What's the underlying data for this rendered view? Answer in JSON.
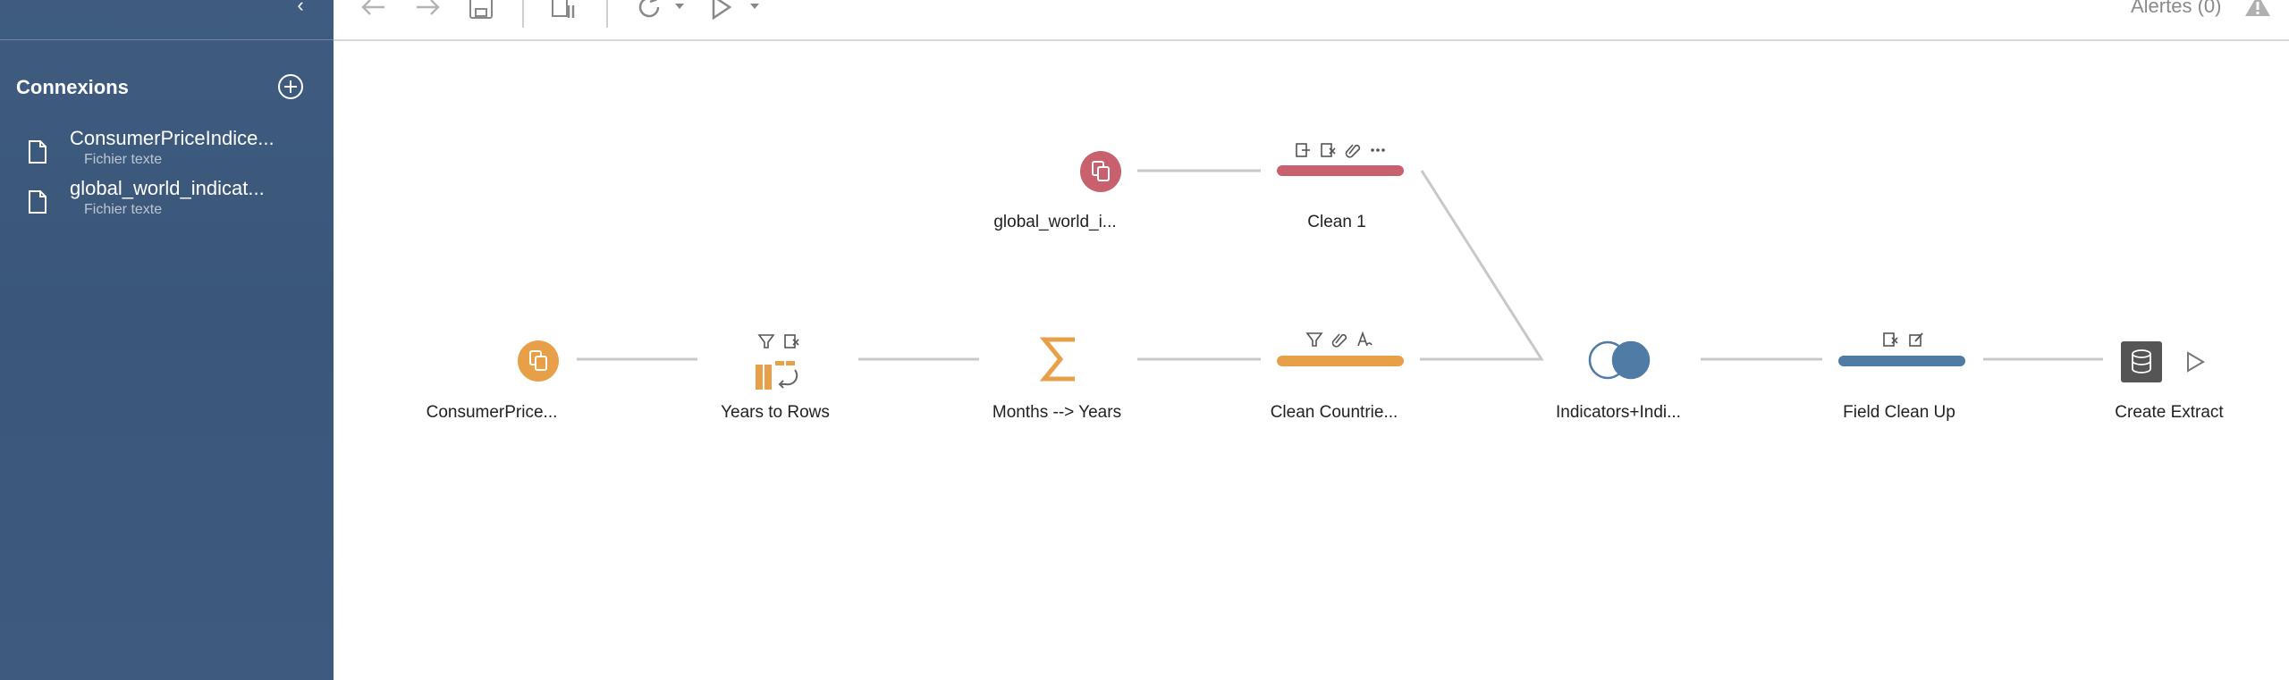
{
  "sidebar": {
    "collapse_glyph": "‹",
    "connections_title": "Connexions",
    "connections": [
      {
        "name": "ConsumerPriceIndice...",
        "type": "Fichier texte"
      },
      {
        "name": "global_world_indicat...",
        "type": "Fichier texte"
      }
    ]
  },
  "toolbar": {
    "alerts_label": "Alertes (0)"
  },
  "flow": {
    "nodes": [
      {
        "label": "global_world_i..."
      },
      {
        "label": "Clean 1"
      },
      {
        "label": "ConsumerPrice..."
      },
      {
        "label": "Years to Rows"
      },
      {
        "label": "Months --> Years"
      },
      {
        "label": "Clean Countrie..."
      },
      {
        "label": "Indicators+Indi..."
      },
      {
        "label": "Field Clean Up"
      },
      {
        "label": "Create Extract"
      }
    ]
  },
  "colors": {
    "sidebar_bg": "#3f5c80",
    "input_red": "#c9606e",
    "input_orange": "#e8a048",
    "clean_red": "#c9606e",
    "clean_orange": "#e8a048",
    "clean_blue": "#4f7ba5",
    "connector": "#c8c8c8",
    "join_blue": "#4f7ba5",
    "output_gray": "#555555"
  },
  "icons": [
    "chevron-left-icon",
    "plus-circle-icon",
    "file-icon",
    "back-arrow-icon",
    "forward-arrow-icon",
    "save-icon",
    "pause-icon",
    "refresh-icon",
    "play-icon",
    "dropdown-caret-icon",
    "warning-icon",
    "filter-icon",
    "edit-field-icon",
    "attachment-icon",
    "more-icon",
    "sum-icon",
    "join-icon",
    "database-icon"
  ]
}
